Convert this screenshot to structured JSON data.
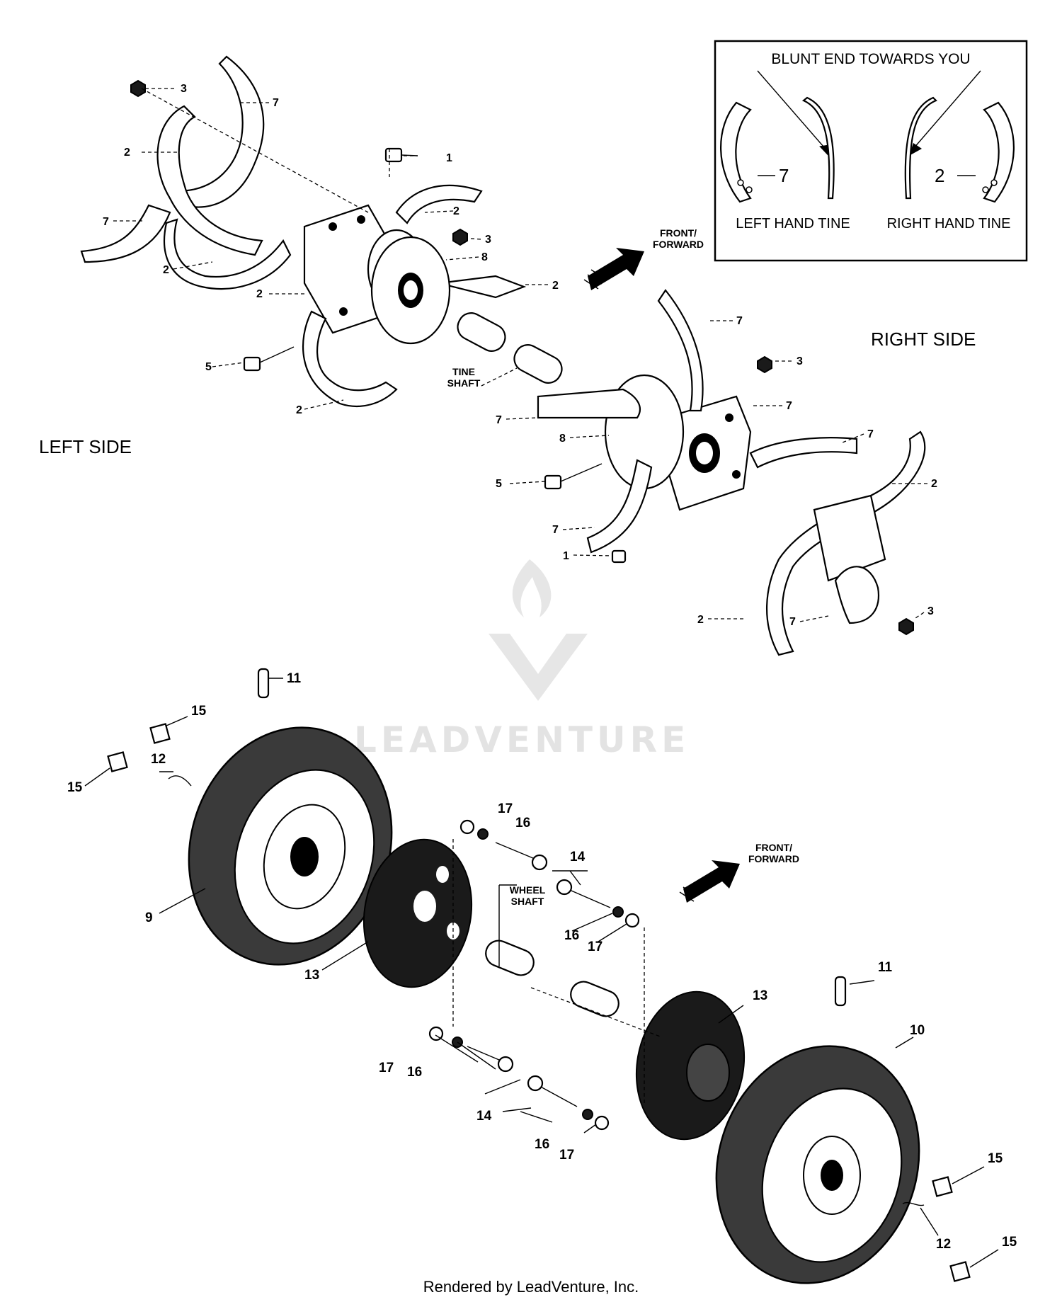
{
  "inset": {
    "heading": "BLUNT END TOWARDS YOU",
    "left_caption": "LEFT HAND TINE",
    "right_caption": "RIGHT HAND TINE",
    "left_number": "7",
    "right_number": "2"
  },
  "side_labels": {
    "left": "LEFT SIDE",
    "right": "RIGHT SIDE"
  },
  "direction_labels": {
    "top": {
      "line1": "FRONT/",
      "line2": "FORWARD"
    },
    "bottom": {
      "line1": "FRONT/",
      "line2": "FORWARD"
    }
  },
  "shaft_labels": {
    "tine": {
      "line1": "TINE",
      "line2": "SHAFT"
    },
    "wheel": {
      "line1": "WHEEL",
      "line2": "SHAFT"
    }
  },
  "callouts": {
    "c1a": "1",
    "c1b": "1",
    "c2a": "2",
    "c2b": "2",
    "c2c": "2",
    "c2d": "2",
    "c2e": "2",
    "c2f": "2",
    "c2g": "2",
    "c2h": "2",
    "c3a": "3",
    "c3b": "3",
    "c3c": "3",
    "c3d": "3",
    "c5a": "5",
    "c5b": "5",
    "c7a": "7",
    "c7b": "7",
    "c7c": "7",
    "c7d": "7",
    "c7e": "7",
    "c7f": "7",
    "c7g": "7",
    "c7h": "7",
    "c8a": "8",
    "c8b": "8",
    "c9": "9",
    "c10": "10",
    "c11a": "11",
    "c11b": "11",
    "c12a": "12",
    "c12b": "12",
    "c13a": "13",
    "c13b": "13",
    "c14a": "14",
    "c14b": "14",
    "c15a": "15",
    "c15b": "15",
    "c15c": "15",
    "c15d": "15",
    "c16a": "16",
    "c16b": "16",
    "c16c": "16",
    "c16d": "16",
    "c17a": "17",
    "c17b": "17",
    "c17c": "17",
    "c17d": "17"
  },
  "watermark": "LEADVENTURE",
  "footer": "Rendered by LeadVenture, Inc.",
  "colors": {
    "ink": "#000000",
    "paper": "#ffffff",
    "watermark": "#e3e3e3",
    "tire": "#3a3a3a"
  }
}
